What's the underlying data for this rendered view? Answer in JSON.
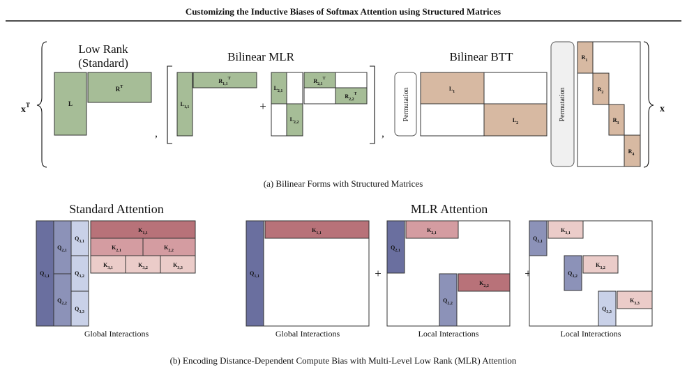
{
  "header": {
    "title": "Customizing the Inductive Biases of Softmax Attention using Structured Matrices"
  },
  "colors": {
    "green": "#a6bd97",
    "tan": "#d7b9a2",
    "q1": "#6a6f9f",
    "q2": "#8c92b8",
    "q3": "#c9d1e8",
    "k1": "#b87279",
    "k2": "#d49ca1",
    "k3": "#ebccc9"
  },
  "panel_a": {
    "x_transpose": "x",
    "x_transpose_sup": "T",
    "x_right": "x",
    "low_rank": {
      "title_line1": "Low Rank",
      "title_line2": "(Standard)",
      "l_label": "L",
      "r_label": "R",
      "r_sup": "T"
    },
    "comma1": ",",
    "bilinear_mlr": {
      "title": "Bilinear MLR",
      "l11": {
        "base": "L",
        "sub": "1,1"
      },
      "r11": {
        "base": "R",
        "sub": "1,1",
        "sup": "T"
      },
      "plus": "+",
      "l21": {
        "base": "L",
        "sub": "2,1"
      },
      "l22": {
        "base": "L",
        "sub": "2,2"
      },
      "r21": {
        "base": "R",
        "sub": "2,1",
        "sup": "T"
      },
      "r22": {
        "base": "R",
        "sub": "2,2",
        "sup": "T"
      }
    },
    "comma2": ",",
    "bilinear_btt": {
      "title": "Bilinear BTT",
      "permutation_left": "Permutation",
      "permutation_right": "Permutation",
      "l1": {
        "base": "L",
        "sub": "1"
      },
      "l2": {
        "base": "L",
        "sub": "2"
      },
      "r1": {
        "base": "R",
        "sub": "1"
      },
      "r2": {
        "base": "R",
        "sub": "2"
      },
      "r3": {
        "base": "R",
        "sub": "3"
      },
      "r4": {
        "base": "R",
        "sub": "4"
      }
    },
    "caption": "(a) Bilinear Forms with Structured Matrices"
  },
  "panel_b": {
    "standard_attention": {
      "title": "Standard Attention",
      "q11": {
        "base": "Q",
        "sub": "1,1"
      },
      "q21": {
        "base": "Q",
        "sub": "2,1"
      },
      "q22": {
        "base": "Q",
        "sub": "2,2"
      },
      "q31": {
        "base": "Q",
        "sub": "3,1"
      },
      "q32": {
        "base": "Q",
        "sub": "3,2"
      },
      "q33": {
        "base": "Q",
        "sub": "3,3"
      },
      "k11": {
        "base": "K",
        "sub": "1,1"
      },
      "k21": {
        "base": "K",
        "sub": "2,1"
      },
      "k22": {
        "base": "K",
        "sub": "2,2"
      },
      "k31": {
        "base": "K",
        "sub": "3,1"
      },
      "k32": {
        "base": "K",
        "sub": "3,2"
      },
      "k33": {
        "base": "K",
        "sub": "3,3"
      },
      "footer": "Global Interactions"
    },
    "mlr_attention": {
      "title": "MLR Attention",
      "level1": {
        "q": {
          "base": "Q",
          "sub": "1,1"
        },
        "k": {
          "base": "K",
          "sub": "1,1"
        },
        "footer": "Global Interactions"
      },
      "plus1": "+",
      "level2": {
        "q1": {
          "base": "Q",
          "sub": "2,1"
        },
        "k1": {
          "base": "K",
          "sub": "2,1"
        },
        "q2": {
          "base": "Q",
          "sub": "2,2"
        },
        "k2": {
          "base": "K",
          "sub": "2,2"
        },
        "footer": "Local Interactions"
      },
      "plus2": "+",
      "level3": {
        "q1": {
          "base": "Q",
          "sub": "3,1"
        },
        "k1": {
          "base": "K",
          "sub": "3,1"
        },
        "q2": {
          "base": "Q",
          "sub": "3,2"
        },
        "k2": {
          "base": "K",
          "sub": "3,2"
        },
        "q3": {
          "base": "Q",
          "sub": "3,3"
        },
        "k3": {
          "base": "K",
          "sub": "3,3"
        },
        "footer": "Local Interactions"
      }
    },
    "caption": "(b) Encoding Distance-Dependent Compute Bias with Multi-Level Low Rank (MLR) Attention"
  }
}
